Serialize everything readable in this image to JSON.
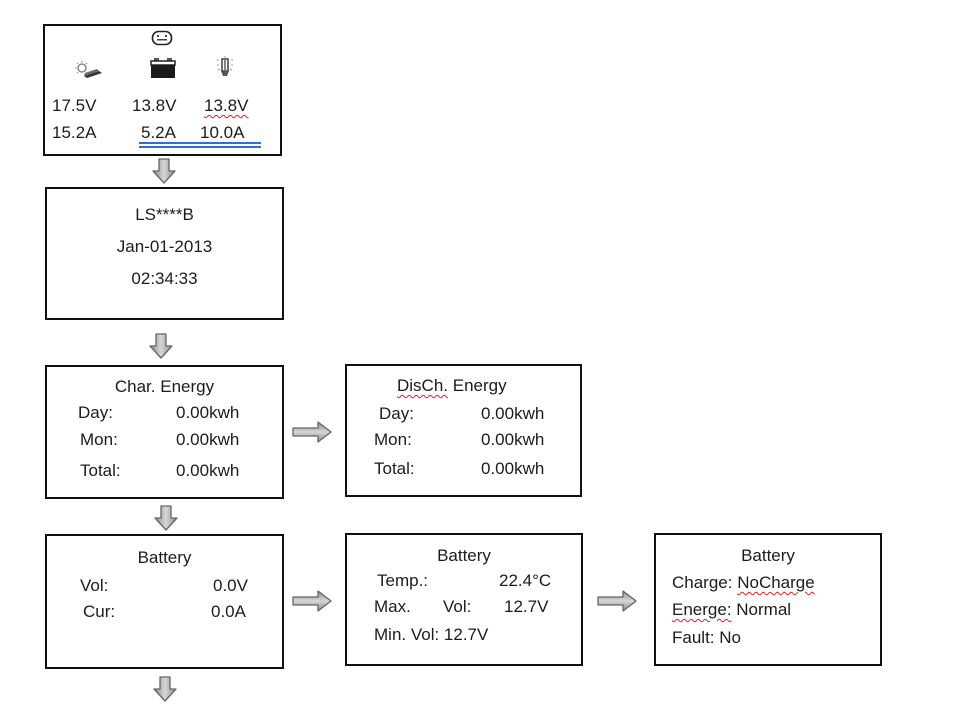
{
  "status_screen": {
    "icons": [
      "pv-panel-icon",
      "battery-icon",
      "load-bulb-icon",
      "connection-icon"
    ],
    "pv_voltage": "17.5V",
    "battery_voltage": "13.8V",
    "load_voltage": "13.8V",
    "pv_current": "15.2A",
    "battery_current": "5.2A",
    "load_current": "10.0A"
  },
  "info_screen": {
    "model": "LS****B",
    "date": "Jan-01-2013",
    "time": "02:34:33"
  },
  "charge_energy": {
    "title": "Char. Energy",
    "rows": [
      {
        "label": "Day:",
        "value": "0.00kwh"
      },
      {
        "label": "Mon:",
        "value": "0.00kwh"
      },
      {
        "label": "Total:",
        "value": "0.00kwh"
      }
    ]
  },
  "discharge_energy": {
    "title_a": "DisCh.",
    "title_b": "Energy",
    "rows": [
      {
        "label": "Day:",
        "value": "0.00kwh"
      },
      {
        "label": "Mon:",
        "value": "0.00kwh"
      },
      {
        "label": "Total:",
        "value": "0.00kwh"
      }
    ]
  },
  "battery_1": {
    "title": "Battery",
    "rows": [
      {
        "label": "Vol:",
        "value": "0.0V"
      },
      {
        "label": "Cur:",
        "value": "0.0A"
      }
    ]
  },
  "battery_2": {
    "title": "Battery",
    "temp_label": "Temp.:",
    "temp_value": "22.4°C",
    "max_label": "Max.",
    "max_vol_label": "Vol:",
    "max_value": "12.7V",
    "min_text": "Min. Vol: 12.7V"
  },
  "battery_3": {
    "title": "Battery",
    "charge_label": "Charge:",
    "charge_value": "NoCharge",
    "energe_label": "Energe:",
    "energe_value": "Normal",
    "fault_text": "Fault: No"
  },
  "colors": {
    "arrow_fill": "#a8a8a8",
    "arrow_stroke": "#6a6a6a",
    "spell_error": "#e02020",
    "grammar_underline": "#2f6fd0"
  }
}
